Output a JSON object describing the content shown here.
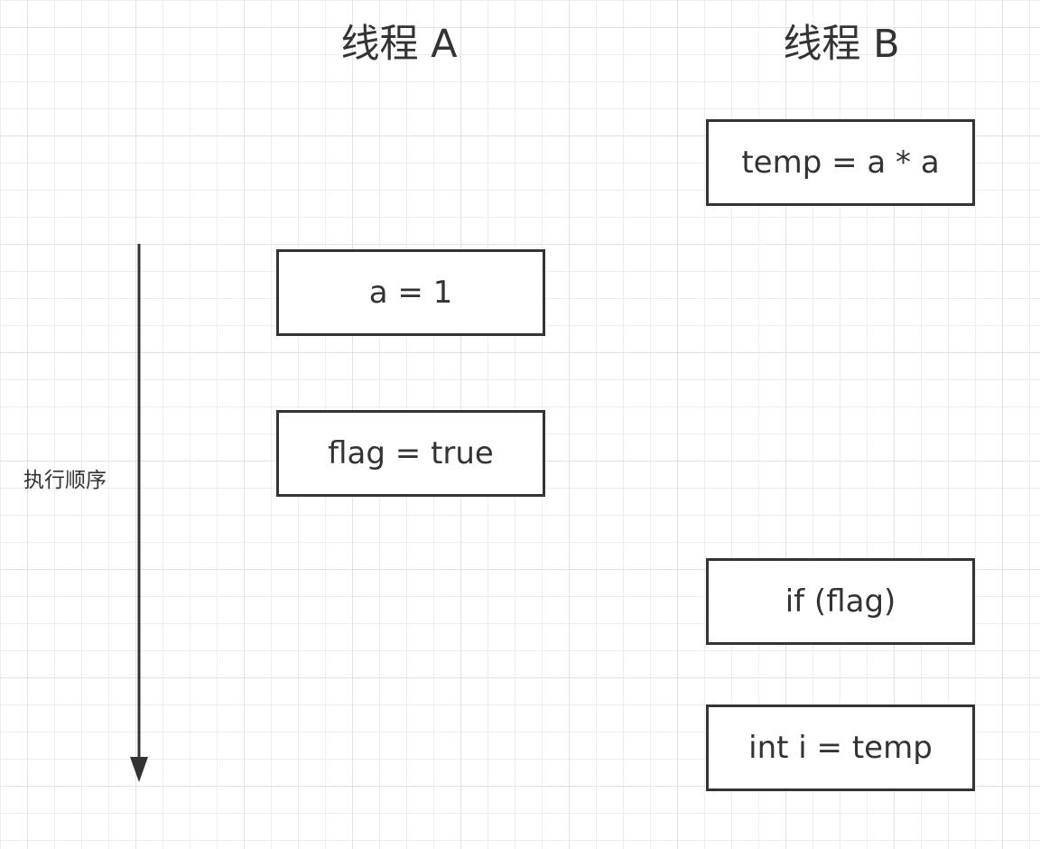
{
  "lanes": {
    "a": {
      "title": "线程 A",
      "steps": [
        "a = 1",
        "flag = true"
      ]
    },
    "b": {
      "title": "线程 B",
      "steps": [
        "temp = a * a",
        "if (flag)",
        "int i = temp"
      ]
    }
  },
  "order_label": "执行顺序",
  "colors": {
    "stroke": "#333333",
    "background": "#ffffff",
    "grid": "#e2e2e2"
  }
}
